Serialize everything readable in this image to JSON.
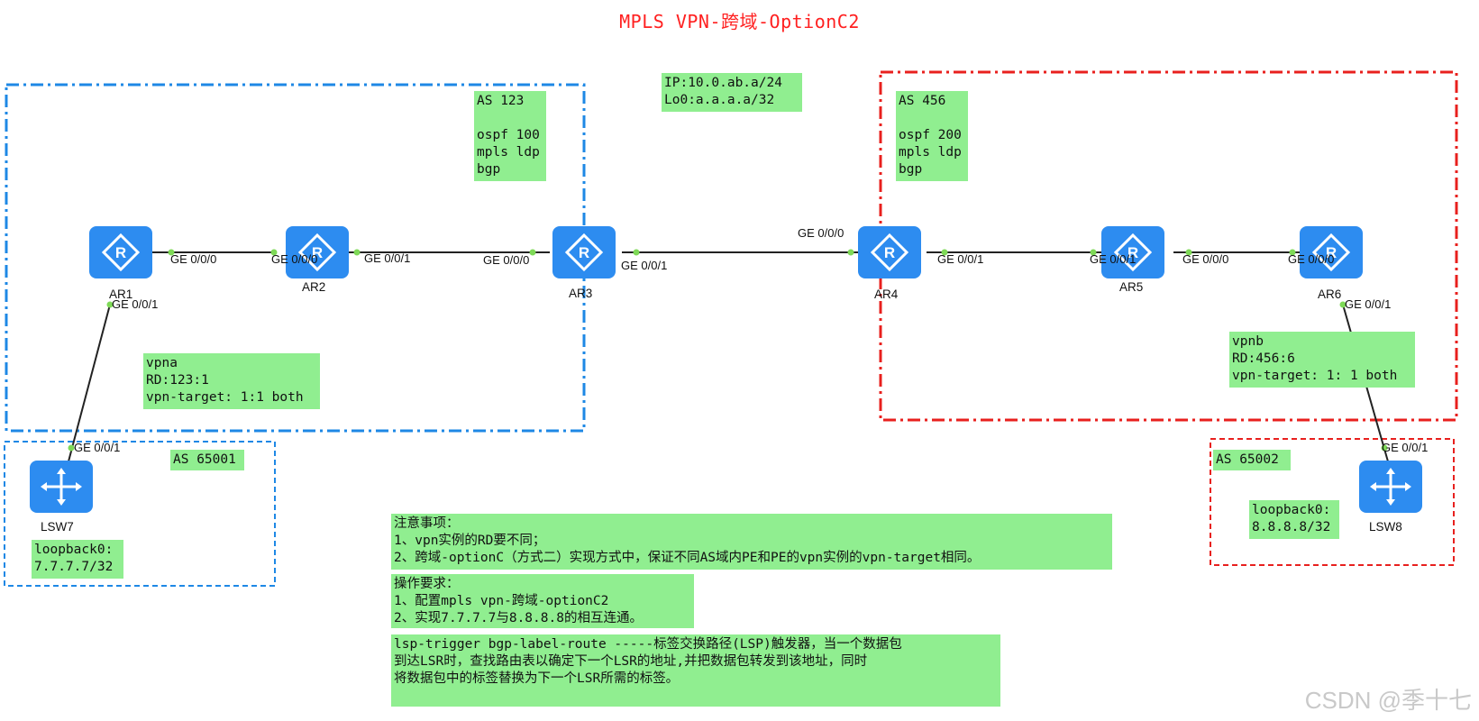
{
  "title": "MPLS VPN-跨域-OptionC2",
  "ip_legend": [
    "IP:10.0.ab.a/24",
    "Lo0:a.a.a.a/32"
  ],
  "as123": [
    "AS 123",
    "",
    "ospf 100",
    "mpls ldp",
    "bgp"
  ],
  "as456": [
    "AS 456",
    "",
    "ospf 200",
    "mpls ldp",
    "bgp"
  ],
  "as65001": "AS 65001",
  "as65002": "AS 65002",
  "vpna": [
    "vpna",
    "RD:123:1",
    "vpn-target: 1:1 both"
  ],
  "vpnb": [
    "vpnb",
    "RD:456:6",
    "vpn-target: 1: 1 both"
  ],
  "lsw7_loop": [
    "loopback0:",
    "7.7.7.7/32"
  ],
  "lsw8_loop": [
    "loopback0:",
    "8.8.8.8/32"
  ],
  "devices": {
    "ar1": "AR1",
    "ar2": "AR2",
    "ar3": "AR3",
    "ar4": "AR4",
    "ar5": "AR5",
    "ar6": "AR6",
    "lsw7": "LSW7",
    "lsw8": "LSW8"
  },
  "ports": {
    "ar1_ge000": "GE 0/0/0",
    "ar1_ge001": "GE 0/0/1",
    "ar2_ge000": "GE 0/0/0",
    "ar2_ge001": "GE 0/0/1",
    "ar3_ge000": "GE 0/0/0",
    "ar3_ge001": "GE 0/0/1",
    "ar4_ge000": "GE 0/0/0",
    "ar4_ge001": "GE 0/0/1",
    "ar5_ge001": "GE 0/0/1",
    "ar5_ge000": "GE 0/0/0",
    "ar6_ge000": "GE 0/0/0",
    "ar6_ge001": "GE 0/0/1",
    "lsw7_ge001": "GE 0/0/1",
    "lsw8_ge001": "GE 0/0/1"
  },
  "notes": [
    "注意事项：",
    "1、vpn实例的RD要不同；",
    "2、跨域-optionC（方式二）实现方式中，保证不同AS域内PE和PE的vpn实例的vpn-target相同。"
  ],
  "requirements": [
    "操作要求：",
    "1、配置mpls vpn-跨域-optionC2",
    "2、实现7.7.7.7与8.8.8.8的相互连通。"
  ],
  "lsp_trigger": [
    "lsp-trigger bgp-label-route -----标签交换路径(LSP)触发器，当一个数据包",
    "到达LSR时，查找路由表以确定下一个LSR的地址,并把数据包转发到该地址，同时",
    "将数据包中的标签替换为下一个LSR所需的标签。",
    ""
  ],
  "watermark": "CSDN @季十七",
  "colors": {
    "as123_border": "#1e88e5",
    "as456_border": "#e8201e",
    "note_bg": "#90ee90",
    "title": "#ff2020",
    "device": "#2d8cf0",
    "port_dot": "#7ed957"
  }
}
